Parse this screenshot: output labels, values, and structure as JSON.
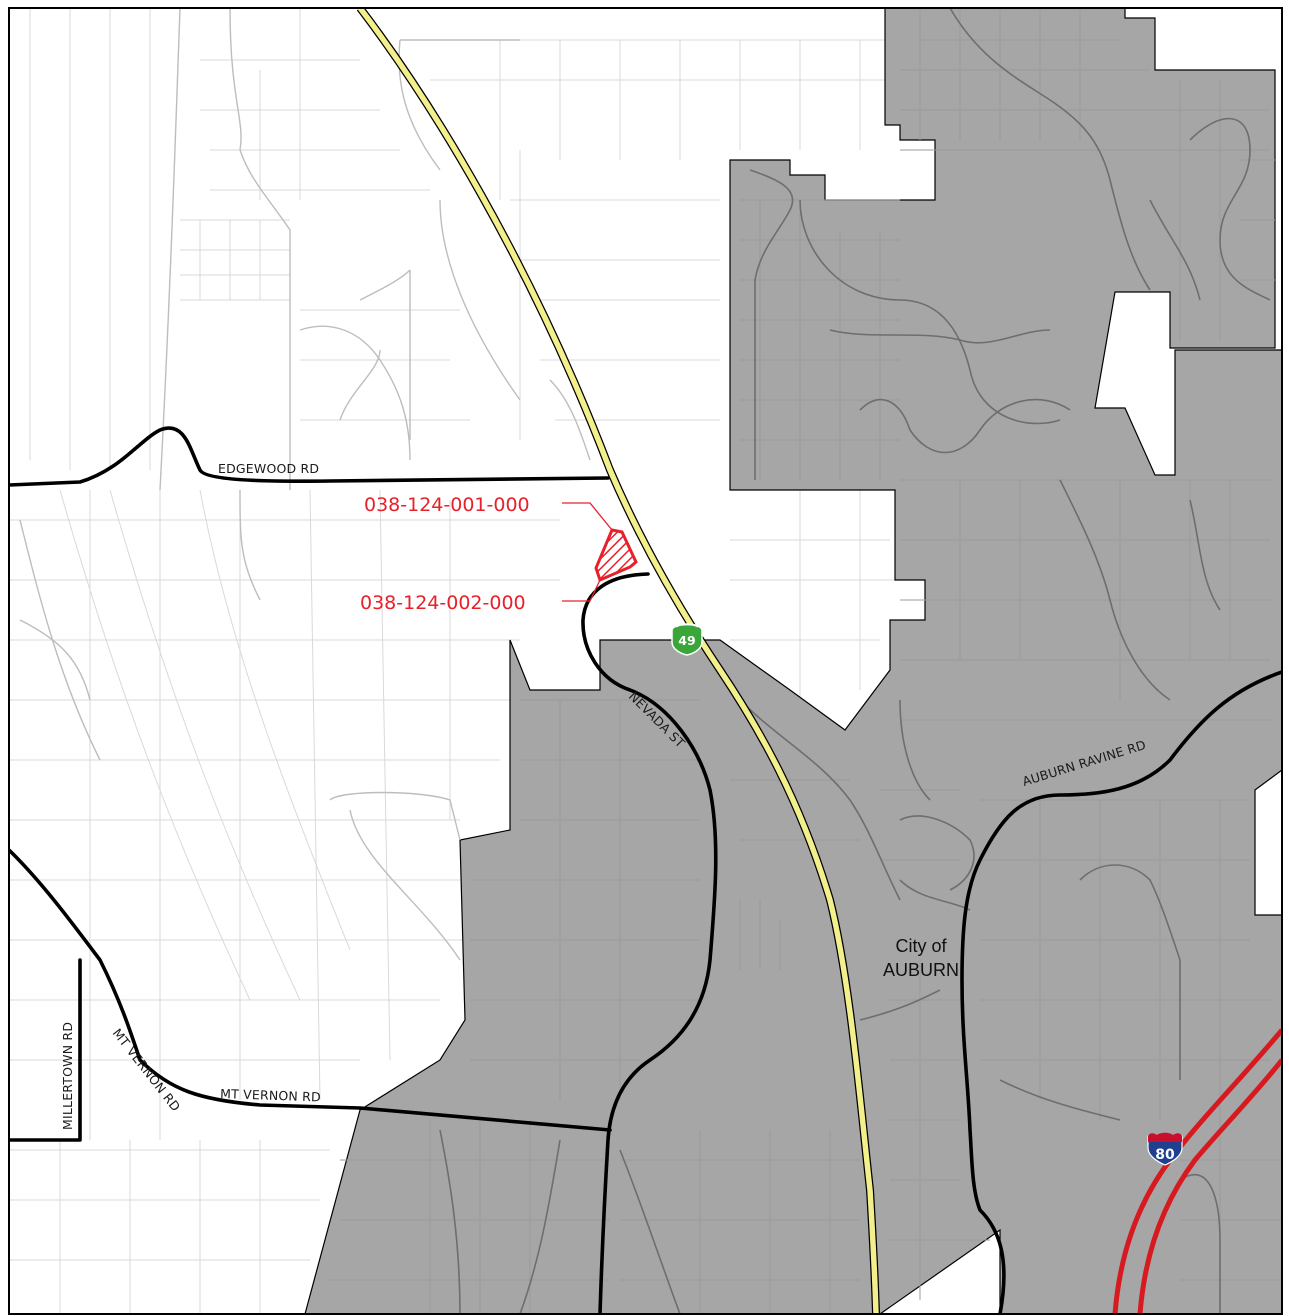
{
  "map": {
    "labels": {
      "edgewood_rd": "EDGEWOOD RD",
      "nevada_st": "NEVADA ST",
      "auburn_ravine_rd": "AUBURN RAVINE RD",
      "mt_vernon_rd_curve": "MT VERNON RD",
      "mt_vernon_rd": "MT VERNON RD",
      "millertown_rd": "MILLERTOWN RD",
      "city_line1": "City of",
      "city_line2": "AUBURN"
    },
    "parcels": {
      "parcel_1": "038-124-001-000",
      "parcel_2": "038-124-002-000"
    },
    "shields": {
      "sr49": "49",
      "i80": "80"
    },
    "colors": {
      "city_area": "#a6a6a6",
      "highway_sr49": "#f3f08c",
      "interstate_i80": "#d71920",
      "parcel_highlight": "#e8202a",
      "major_road": "#000000",
      "shield_sr49": "#3aa63a",
      "shield_i80_top": "#c8102e",
      "shield_i80_bottom": "#1f3f8f"
    }
  }
}
